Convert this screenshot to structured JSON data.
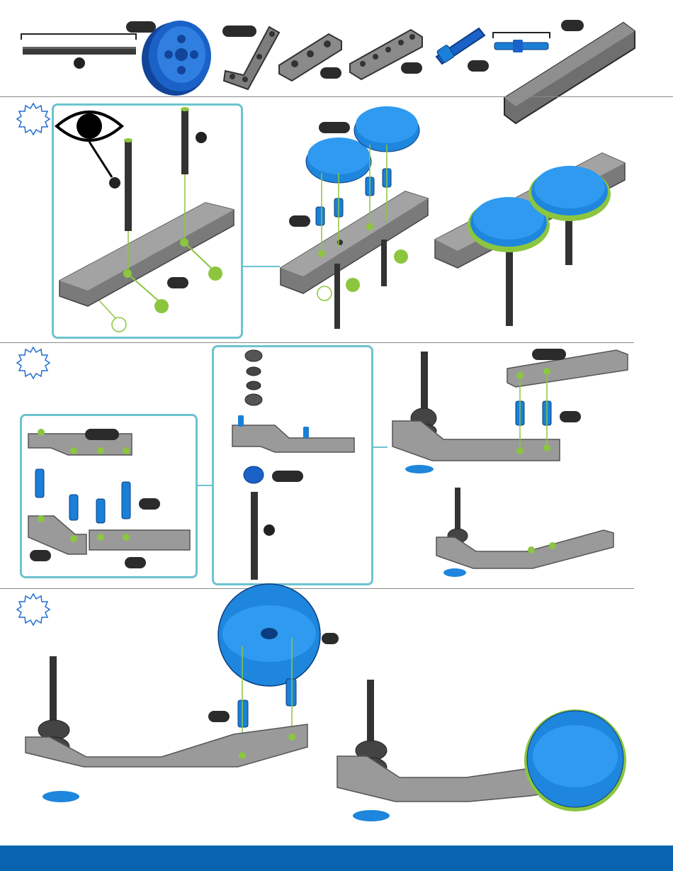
{
  "colors": {
    "accent_blue": "#1f6fd1",
    "part_blue": "#1a7fd6",
    "pulley_blue": "#1a62c8",
    "gear_blue": "#1e86dc",
    "green_highlight": "#8cc63f",
    "beam_gray": "#9a9a9a",
    "beam_dark": "#5a5a5a",
    "shaft_dark": "#333333",
    "panel_border": "#6cc4cf",
    "footer_blue": "#0a63b0",
    "label_pill": "#2b2b2b"
  },
  "icons": {
    "step_badge": "sunburst-outline-icon",
    "eye": "eye-icon",
    "connector": "connector-pin-icon"
  },
  "parts_strip": {
    "items": [
      "shaft",
      "pulley",
      "angled-beam",
      "short-beam",
      "medium-beam",
      "connector-pin",
      "shaft-lock-pin",
      "long-plate"
    ]
  },
  "steps": [
    {
      "id": "step-1"
    },
    {
      "id": "step-2"
    },
    {
      "id": "step-3"
    }
  ]
}
